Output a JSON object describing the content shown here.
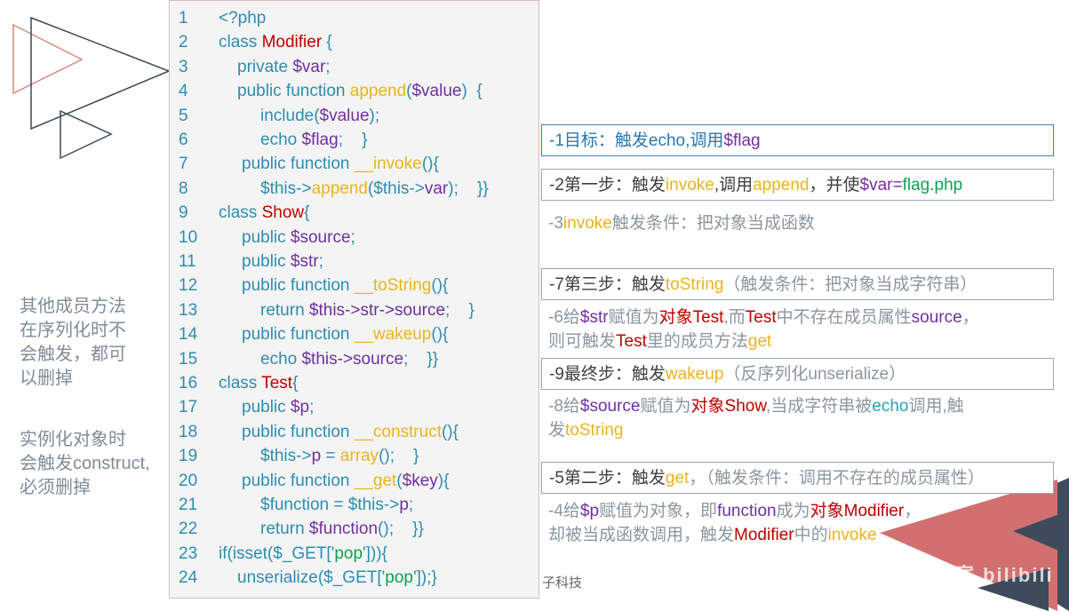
{
  "code": {
    "lines": [
      {
        "num": "1",
        "segs": [
          {
            "t": "<?php",
            "c": "k"
          }
        ]
      },
      {
        "num": "2",
        "segs": [
          {
            "t": "class ",
            "c": "k"
          },
          {
            "t": "Modifier",
            "c": "r"
          },
          {
            "t": " {",
            "c": "k"
          }
        ]
      },
      {
        "num": "3",
        "segs": [
          {
            "t": "private ",
            "c": "k"
          },
          {
            "t": "$var",
            "c": "p"
          },
          {
            "t": ";",
            "c": "k"
          }
        ]
      },
      {
        "num": "4",
        "segs": [
          {
            "t": "public function ",
            "c": "k"
          },
          {
            "t": "append",
            "c": "y"
          },
          {
            "t": "(",
            "c": "k"
          },
          {
            "t": "$value",
            "c": "p"
          },
          {
            "t": ")  {",
            "c": "k"
          }
        ]
      },
      {
        "num": "5",
        "segs": [
          {
            "t": "include(",
            "c": "k"
          },
          {
            "t": "$value",
            "c": "p"
          },
          {
            "t": ");",
            "c": "k"
          }
        ]
      },
      {
        "num": "6",
        "segs": [
          {
            "t": "echo ",
            "c": "k"
          },
          {
            "t": "$flag",
            "c": "p"
          },
          {
            "t": ";    }",
            "c": "k"
          }
        ]
      },
      {
        "num": "7",
        "segs": [
          {
            "t": "public function ",
            "c": "k"
          },
          {
            "t": "__invoke",
            "c": "y"
          },
          {
            "t": "(){",
            "c": "k"
          }
        ]
      },
      {
        "num": "8",
        "segs": [
          {
            "t": "$this->",
            "c": "k"
          },
          {
            "t": "append",
            "c": "y"
          },
          {
            "t": "($this->",
            "c": "k"
          },
          {
            "t": "var",
            "c": "p"
          },
          {
            "t": ");    }}",
            "c": "k"
          }
        ]
      },
      {
        "num": "9",
        "segs": [
          {
            "t": "class ",
            "c": "k"
          },
          {
            "t": "Show",
            "c": "r"
          },
          {
            "t": "{",
            "c": "k"
          }
        ]
      },
      {
        "num": "10",
        "segs": [
          {
            "t": "public ",
            "c": "k"
          },
          {
            "t": "$source",
            "c": "p"
          },
          {
            "t": ";",
            "c": "k"
          }
        ]
      },
      {
        "num": "11",
        "segs": [
          {
            "t": "public ",
            "c": "k"
          },
          {
            "t": "$str",
            "c": "p"
          },
          {
            "t": ";",
            "c": "k"
          }
        ]
      },
      {
        "num": "12",
        "segs": [
          {
            "t": "public function ",
            "c": "k"
          },
          {
            "t": "__toString",
            "c": "y"
          },
          {
            "t": "(){",
            "c": "k"
          }
        ]
      },
      {
        "num": "13",
        "segs": [
          {
            "t": "return ",
            "c": "k"
          },
          {
            "t": "$this->str->source",
            "c": "p"
          },
          {
            "t": ";    }",
            "c": "k"
          }
        ]
      },
      {
        "num": "14",
        "segs": [
          {
            "t": "public function ",
            "c": "k"
          },
          {
            "t": "__wakeup",
            "c": "y"
          },
          {
            "t": "(){",
            "c": "k"
          }
        ]
      },
      {
        "num": "15",
        "segs": [
          {
            "t": "echo ",
            "c": "k"
          },
          {
            "t": "$this->source",
            "c": "p"
          },
          {
            "t": ";    }}",
            "c": "k"
          }
        ]
      },
      {
        "num": "16",
        "segs": [
          {
            "t": "class ",
            "c": "k"
          },
          {
            "t": "Test",
            "c": "r"
          },
          {
            "t": "{",
            "c": "k"
          }
        ]
      },
      {
        "num": "17",
        "segs": [
          {
            "t": "public ",
            "c": "k"
          },
          {
            "t": "$p",
            "c": "p"
          },
          {
            "t": ";",
            "c": "k"
          }
        ]
      },
      {
        "num": "18",
        "segs": [
          {
            "t": "public function ",
            "c": "k"
          },
          {
            "t": "__construct",
            "c": "y"
          },
          {
            "t": "(){",
            "c": "k"
          }
        ]
      },
      {
        "num": "19",
        "segs": [
          {
            "t": "$this->",
            "c": "k"
          },
          {
            "t": "p",
            "c": "p"
          },
          {
            "t": " = ",
            "c": "k"
          },
          {
            "t": "array",
            "c": "y"
          },
          {
            "t": "();    }",
            "c": "k"
          }
        ]
      },
      {
        "num": "20",
        "segs": [
          {
            "t": "public function ",
            "c": "k"
          },
          {
            "t": "__get",
            "c": "y"
          },
          {
            "t": "(",
            "c": "k"
          },
          {
            "t": "$key",
            "c": "p"
          },
          {
            "t": "){",
            "c": "k"
          }
        ]
      },
      {
        "num": "21",
        "segs": [
          {
            "t": "$function = $this->",
            "c": "k"
          },
          {
            "t": "p",
            "c": "p"
          },
          {
            "t": ";",
            "c": "k"
          }
        ]
      },
      {
        "num": "22",
        "segs": [
          {
            "t": "return ",
            "c": "k"
          },
          {
            "t": "$function",
            "c": "p"
          },
          {
            "t": "();    }}",
            "c": "k"
          }
        ]
      },
      {
        "num": "23",
        "segs": [
          {
            "t": "if(isset($_GET['",
            "c": "k"
          },
          {
            "t": "pop",
            "c": "g"
          },
          {
            "t": "'])){",
            "c": "k"
          }
        ]
      },
      {
        "num": "24",
        "segs": [
          {
            "t": "unserialize($_GET['",
            "c": "k"
          },
          {
            "t": "pop",
            "c": "g"
          },
          {
            "t": "']);}",
            "c": "k"
          }
        ]
      }
    ]
  },
  "notes": [
    {
      "id": "1",
      "style": "boxed blue",
      "lines": [
        [
          {
            "t": "-1目标：触发echo,调用",
            "c": "b"
          },
          {
            "t": "$flag",
            "c": "p"
          }
        ]
      ]
    },
    {
      "id": "2",
      "style": "boxed",
      "lines": [
        [
          {
            "t": "-2第一步：触发",
            "c": "d"
          },
          {
            "t": "invoke",
            "c": "y"
          },
          {
            "t": ",调用",
            "c": "d"
          },
          {
            "t": "append",
            "c": "y"
          },
          {
            "t": "，并使",
            "c": "d"
          },
          {
            "t": "$var=",
            "c": "p"
          },
          {
            "t": "flag.php",
            "c": "g"
          }
        ]
      ]
    },
    {
      "id": "3",
      "style": "plain",
      "lines": [
        [
          {
            "t": "-3",
            "c": "n"
          },
          {
            "t": "invoke",
            "c": "y"
          },
          {
            "t": "触发条件：把对象当成函数",
            "c": "n"
          }
        ]
      ]
    },
    {
      "id": "7",
      "style": "boxed",
      "lines": [
        [
          {
            "t": "-7第三步：触发",
            "c": "d"
          },
          {
            "t": "toString",
            "c": "y"
          },
          {
            "t": "（触发条件：把对象当成字符串）",
            "c": "n"
          }
        ]
      ]
    },
    {
      "id": "6",
      "style": "plain",
      "lines": [
        [
          {
            "t": "-6给",
            "c": "n"
          },
          {
            "t": "$str",
            "c": "p"
          },
          {
            "t": "赋值为",
            "c": "n"
          },
          {
            "t": "对象Test",
            "c": "r"
          },
          {
            "t": ",而",
            "c": "n"
          },
          {
            "t": "Test",
            "c": "r"
          },
          {
            "t": "中不存在成员属性",
            "c": "n"
          },
          {
            "t": "source",
            "c": "p"
          },
          {
            "t": "，",
            "c": "n"
          }
        ],
        [
          {
            "t": "则可触发",
            "c": "n"
          },
          {
            "t": "Test",
            "c": "r"
          },
          {
            "t": "里的成员方法",
            "c": "n"
          },
          {
            "t": "get",
            "c": "y"
          }
        ]
      ]
    },
    {
      "id": "9",
      "style": "boxed",
      "lines": [
        [
          {
            "t": "-9最终步：触发",
            "c": "d"
          },
          {
            "t": "wakeup",
            "c": "y"
          },
          {
            "t": "（反序列化unserialize）",
            "c": "n"
          }
        ]
      ]
    },
    {
      "id": "8",
      "style": "plain",
      "lines": [
        [
          {
            "t": "-8给",
            "c": "n"
          },
          {
            "t": "$source",
            "c": "p"
          },
          {
            "t": "赋值为",
            "c": "n"
          },
          {
            "t": "对象Show",
            "c": "r"
          },
          {
            "t": ",当成字符串被",
            "c": "n"
          },
          {
            "t": "echo",
            "c": "t"
          },
          {
            "t": "调用,触",
            "c": "n"
          }
        ],
        [
          {
            "t": "发",
            "c": "n"
          },
          {
            "t": "toString",
            "c": "y"
          }
        ]
      ]
    },
    {
      "id": "5",
      "style": "boxed",
      "lines": [
        [
          {
            "t": "-5第二步：触发",
            "c": "d"
          },
          {
            "t": "get",
            "c": "y"
          },
          {
            "t": "，（触发条件：调用不存在的成员属性）",
            "c": "n"
          }
        ]
      ]
    },
    {
      "id": "4",
      "style": "plain",
      "lines": [
        [
          {
            "t": "-4给",
            "c": "n"
          },
          {
            "t": "$p",
            "c": "p"
          },
          {
            "t": "赋值为对象，即",
            "c": "n"
          },
          {
            "t": "function",
            "c": "p"
          },
          {
            "t": "成为",
            "c": "n"
          },
          {
            "t": "对象Modifier",
            "c": "r"
          },
          {
            "t": "，",
            "c": "n"
          }
        ],
        [
          {
            "t": "却被当成函数调用，触发",
            "c": "n"
          },
          {
            "t": "Modifier",
            "c": "r"
          },
          {
            "t": "中的",
            "c": "n"
          },
          {
            "t": "invoke",
            "c": "y"
          }
        ]
      ]
    }
  ],
  "left_notes": {
    "members": "其他成员方法\n在序列化时不\n会触发，都可\n以删掉",
    "construct": "实例化对象时\n会触发construct,\n必须删掉"
  },
  "footer": "子科技",
  "watermark": "我爱科技工作室 bilibili",
  "colors": {
    "keyword": "#2f8cb0",
    "class": "#c00000",
    "method": "#eab41e",
    "variable": "#7030a0",
    "string": "#10a050"
  }
}
